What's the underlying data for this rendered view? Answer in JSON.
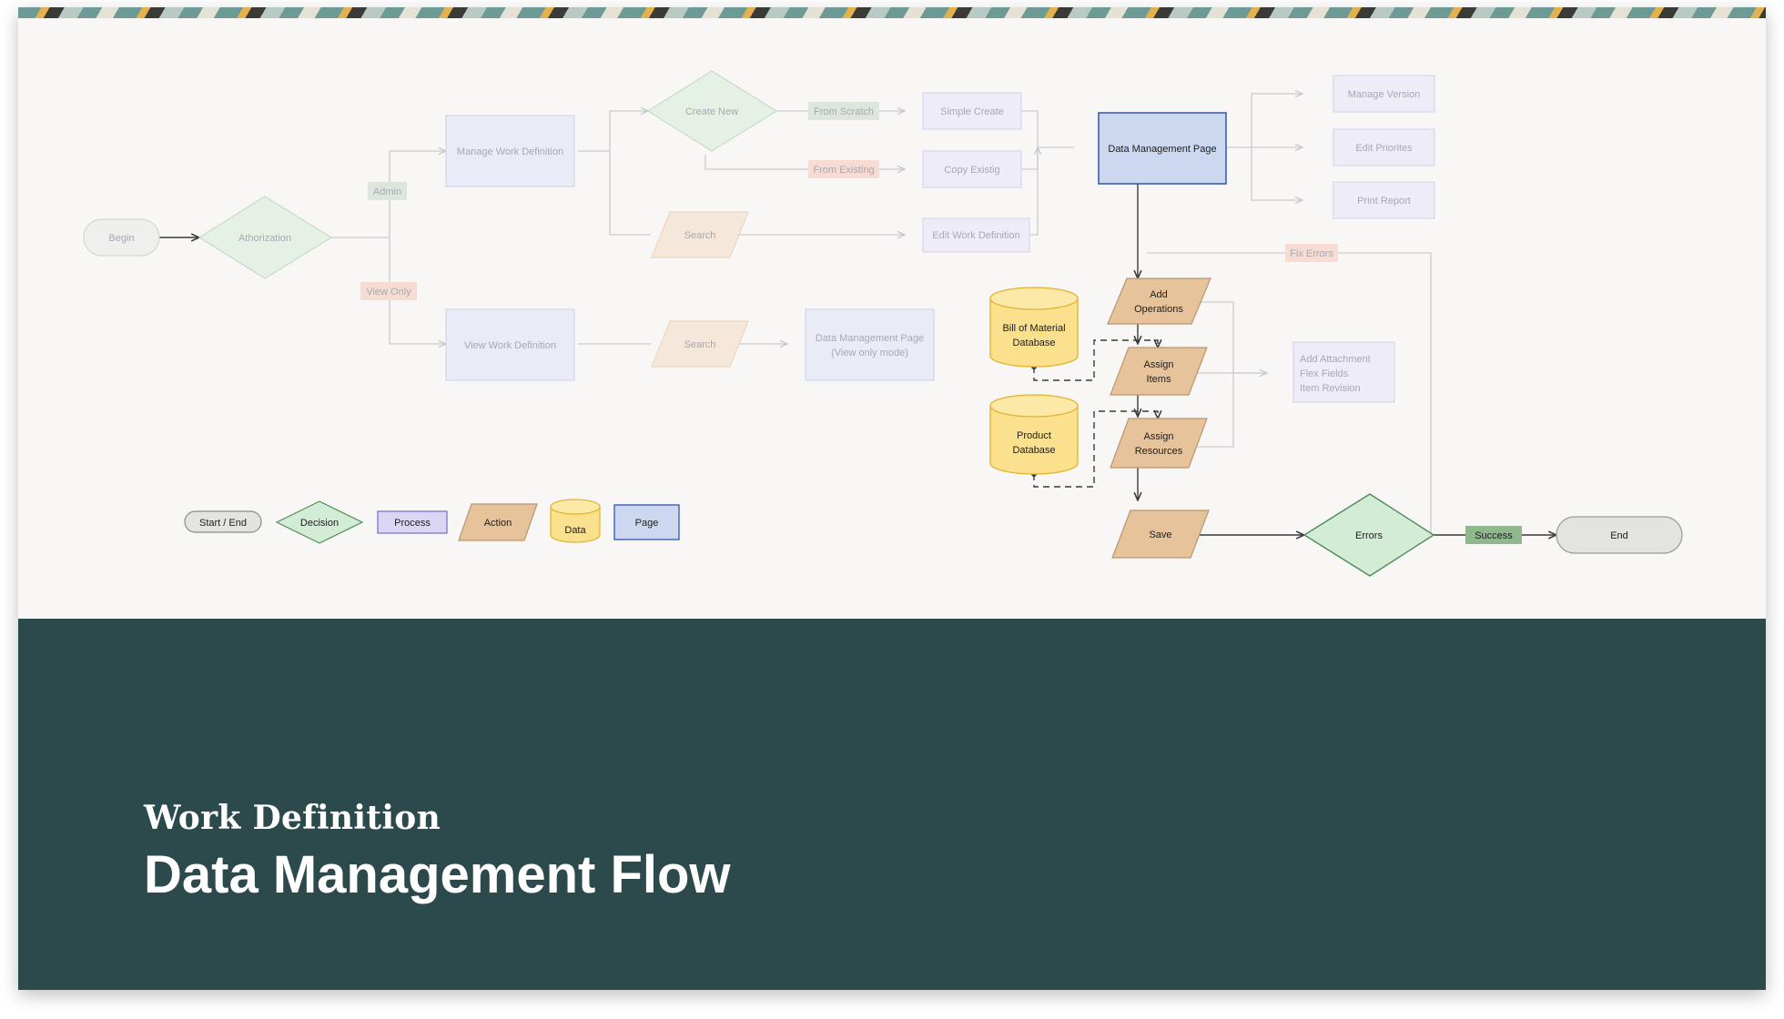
{
  "flow": {
    "begin": "Begin",
    "authorization": "Athorization",
    "admin": "Admin",
    "view_only": "View Only",
    "manage_work_definition": "Manage Work Definition",
    "view_work_definition": "View Work Definition",
    "create_new": "Create New",
    "from_scratch": "From Scratch",
    "from_existing": "From Existing",
    "simple_create": "Simple Create",
    "copy_existing": "Copy Existig",
    "search_top": "Search",
    "search_bottom": "Search",
    "edit_work_definition": "Edit Work Definition",
    "dm_page_view_only_line1": "Data Management Page",
    "dm_page_view_only_line2": "(View only mode)",
    "data_management_page": "Data Management Page",
    "manage_version": "Manage Version",
    "edit_priorities": "Edit Priorites",
    "print_report": "Print Report",
    "fix_errors": "Fix Errors",
    "add_operations_line1": "Add",
    "add_operations_line2": "Operations",
    "assign_items_line1": "Assign",
    "assign_items_line2": "Items",
    "assign_resources_line1": "Assign",
    "assign_resources_line2": "Resources",
    "save": "Save",
    "errors": "Errors",
    "success": "Success",
    "end": "End",
    "bom_db_line1": "Bill of Material",
    "bom_db_line2": "Database",
    "product_db_line1": "Product",
    "product_db_line2": "Database",
    "extras_line1": "Add Attachment",
    "extras_line2": "Flex Fields",
    "extras_line3": "Item Revision"
  },
  "legend": {
    "start_end": "Start / End",
    "decision": "Decision",
    "process": "Process",
    "action": "Action",
    "data": "Data",
    "page": "Page"
  },
  "footer": {
    "kicker": "Work Definition",
    "title": "Data Management Flow"
  },
  "colors": {
    "footer_bg": "#2c4a4c",
    "decision": "#d2ecd6",
    "action": "#e7c39c",
    "data": "#fbe08e",
    "page": "#cbd8ef",
    "process": "#dcd6f6",
    "terminal": "#e3e3e2"
  }
}
